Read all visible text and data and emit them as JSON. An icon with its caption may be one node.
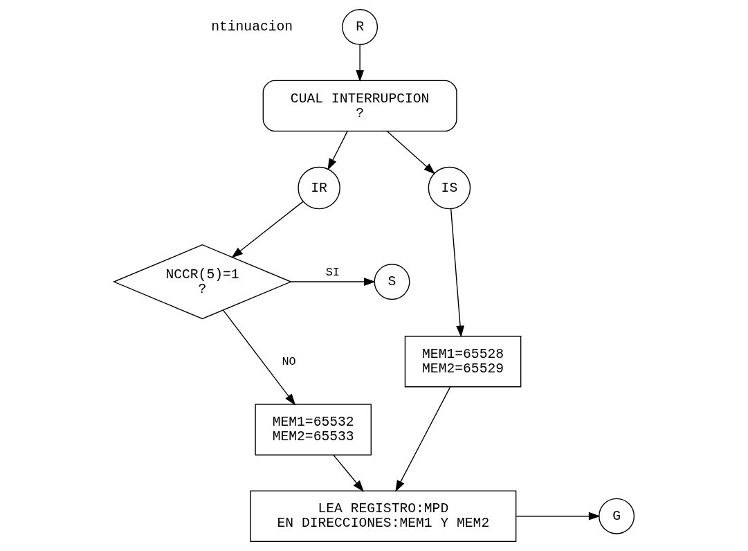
{
  "diagram": {
    "nodes": [
      {
        "text": [
          "R"
        ]
      },
      {
        "text": [
          "CUAL INTERRUPCION",
          "?"
        ]
      },
      {
        "text": [
          "IR"
        ]
      },
      {
        "text": [
          "IS"
        ]
      },
      {
        "text": [
          "NCCR(5)=1",
          "?"
        ]
      },
      {
        "text": [
          "S"
        ]
      },
      {
        "text": [
          "MEM1=65532",
          "MEM2=65533"
        ]
      },
      {
        "text": [
          "MEM1=65528",
          "MEM2=65529"
        ]
      },
      {
        "text": [
          "LEA REGISTRO:MPD",
          "EN DIRECCIONES:MEM1 Y MEM2"
        ]
      },
      {
        "text": [
          "G"
        ]
      }
    ],
    "edges": [
      {
        "from": 0,
        "to": 1,
        "arrow": "to"
      },
      {
        "from": 1,
        "to": 2,
        "arrow": "to"
      },
      {
        "from": 1,
        "to": 3,
        "arrow": "to"
      },
      {
        "from": 2,
        "to": 4,
        "arrow": "to"
      },
      {
        "from": 4,
        "to": 5,
        "label": "SI",
        "arrow": "to"
      },
      {
        "from": 4,
        "to": 6,
        "label": "NO",
        "arrow": "to"
      },
      {
        "from": 3,
        "to": 7,
        "arrow": "to"
      },
      {
        "from": 6,
        "to": 8,
        "arrow": "to"
      },
      {
        "from": 7,
        "to": 8,
        "arrow": "to"
      },
      {
        "from": 8,
        "to": 9,
        "arrow": "to"
      }
    ],
    "labels": [
      "ntinuacion"
    ]
  }
}
